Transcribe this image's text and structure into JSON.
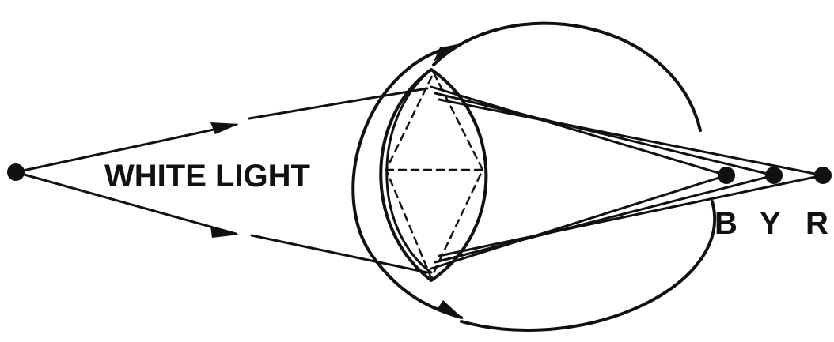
{
  "diagram": {
    "main_label": "WHITE LIGHT",
    "focus_labels": {
      "blue": "B",
      "yellow": "Y",
      "red": "R"
    }
  }
}
